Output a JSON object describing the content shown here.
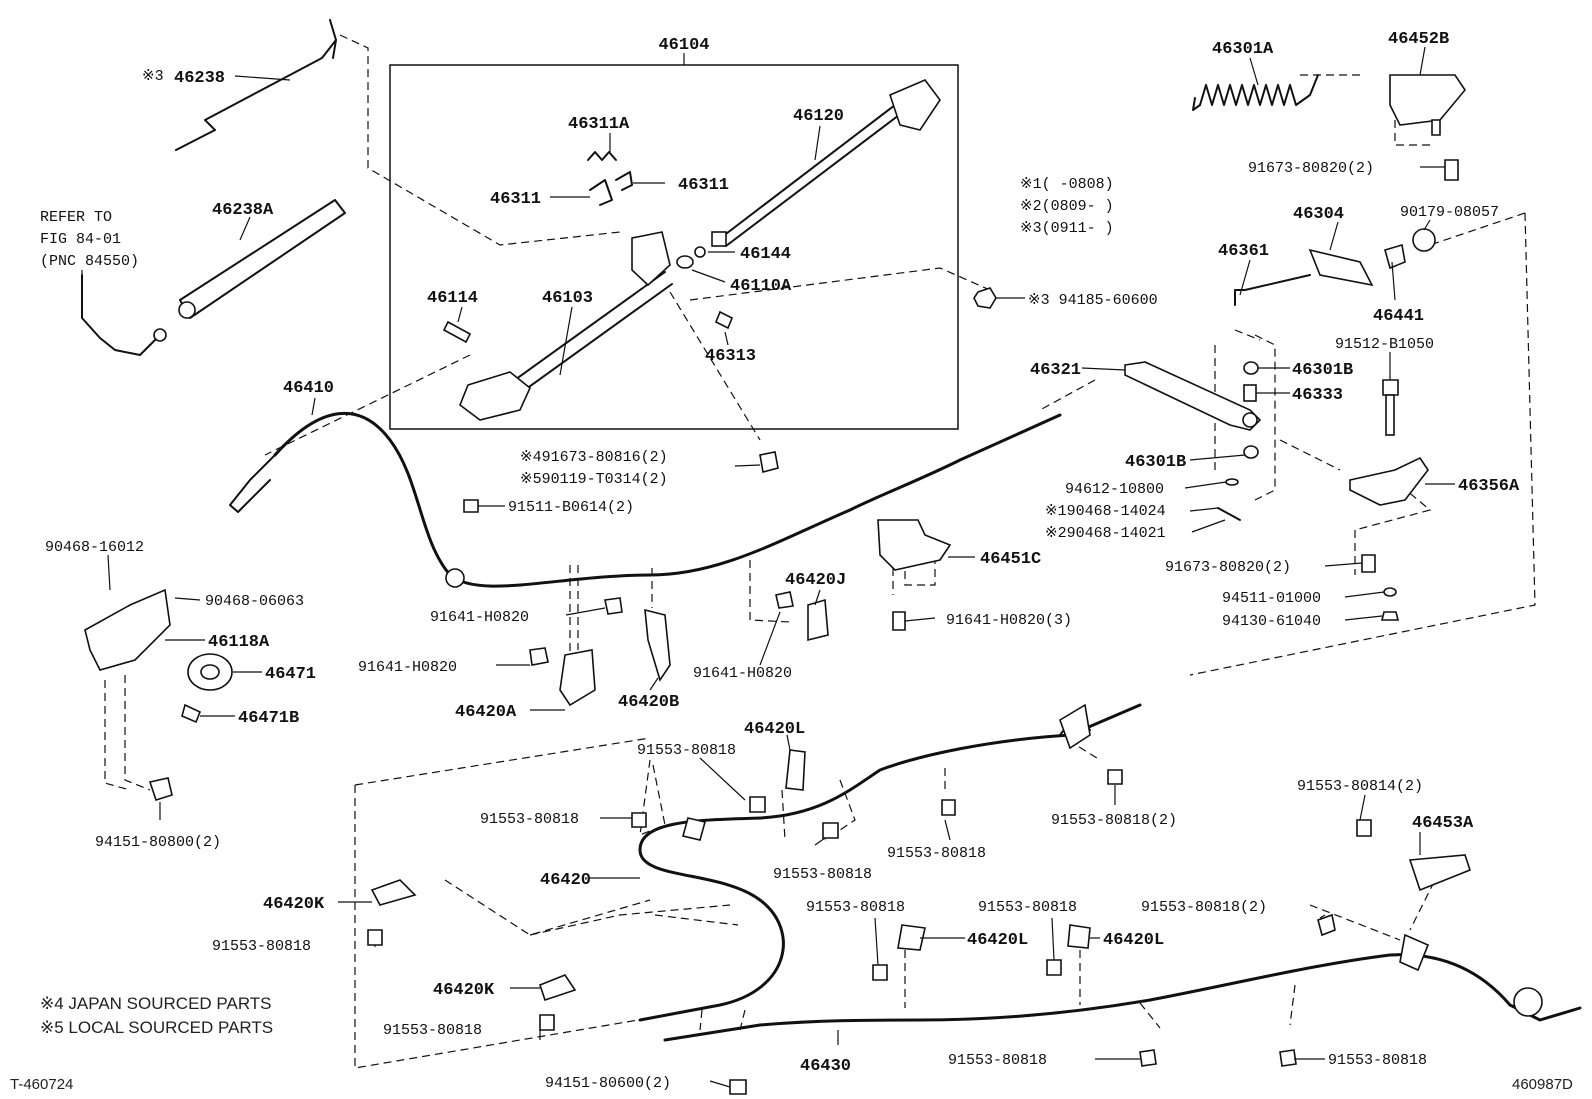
{
  "diagram": {
    "labels": {
      "p46104": "46104",
      "p46238": "46238",
      "p46238_mark": "※3",
      "p46238A": "46238A",
      "refer1": "REFER TO",
      "refer2": "FIG 84-01",
      "refer3": "(PNC 84550)",
      "p46311A": "46311A",
      "p46311a": "46311",
      "p46311b": "46311",
      "p46120": "46120",
      "p46144": "46144",
      "p46110A": "46110A",
      "p46114": "46114",
      "p46103": "46103",
      "p46313": "46313",
      "note1": "※1(   -0808)",
      "note2": "※2(0809-   )",
      "note3": "※3(0911-   )",
      "p94185": "※3 94185-60600",
      "p46301A": "46301A",
      "p46452B": "46452B",
      "p91673_top": "91673-80820(2)",
      "p46304": "46304",
      "p90179": "90179-08057",
      "p46361": "46361",
      "p46441": "46441",
      "p91512": "91512-B1050",
      "p46321": "46321",
      "p46301B_top": "46301B",
      "p46333": "46333",
      "p46301B_mid": "46301B",
      "p94612": "94612-10800",
      "p90468_14024": "※190468-14024",
      "p90468_14021": "※290468-14021",
      "p46356A": "46356A",
      "p91673_mid": "91673-80820(2)",
      "p94511": "94511-01000",
      "p94130": "94130-61040",
      "p46410": "46410",
      "p91673_80816": "※491673-80816(2)",
      "p90119": "※590119-T0314(2)",
      "p91511": "91511-B0614(2)",
      "p90468_16012": "90468-16012",
      "p90468_06063": "90468-06063",
      "p46118A": "46118A",
      "p46471": "46471",
      "p46471B": "46471B",
      "p91641_a": "91641-H0820",
      "p91641_b": "91641-H0820",
      "p46420A": "46420A",
      "p46420B": "46420B",
      "p46420J": "46420J",
      "p91641_c": "91641-H0820",
      "p46451C": "46451C",
      "p91641_3": "91641-H0820(3)",
      "p94151_800": "94151-80800(2)",
      "p46420L_top": "46420L",
      "p91553_a": "91553-80818",
      "p91553_b": "91553-80818",
      "p91553_c": "91553-80818",
      "p91553_d": "91553-80818",
      "p91553_e2": "91553-80818(2)",
      "p91553_814": "91553-80814(2)",
      "p46453A": "46453A",
      "p46420": "46420",
      "p46420K_a": "46420K",
      "p91553_f": "91553-80818",
      "p91553_g": "91553-80818",
      "p46420L_b": "46420L",
      "p91553_h": "91553-80818",
      "p46420L_c": "46420L",
      "p91553_i2": "91553-80818(2)",
      "p46420K_b": "46420K",
      "p91553_j": "91553-80818",
      "p46430": "46430",
      "p94151_600": "94151-80600(2)",
      "p91553_k": "91553-80818",
      "p91553_l": "91553-80818",
      "legend4": "※4 JAPAN SOURCED PARTS",
      "legend5": "※5 LOCAL SOURCED PARTS",
      "code_left": "T-460724",
      "code_right": "460987D"
    }
  }
}
